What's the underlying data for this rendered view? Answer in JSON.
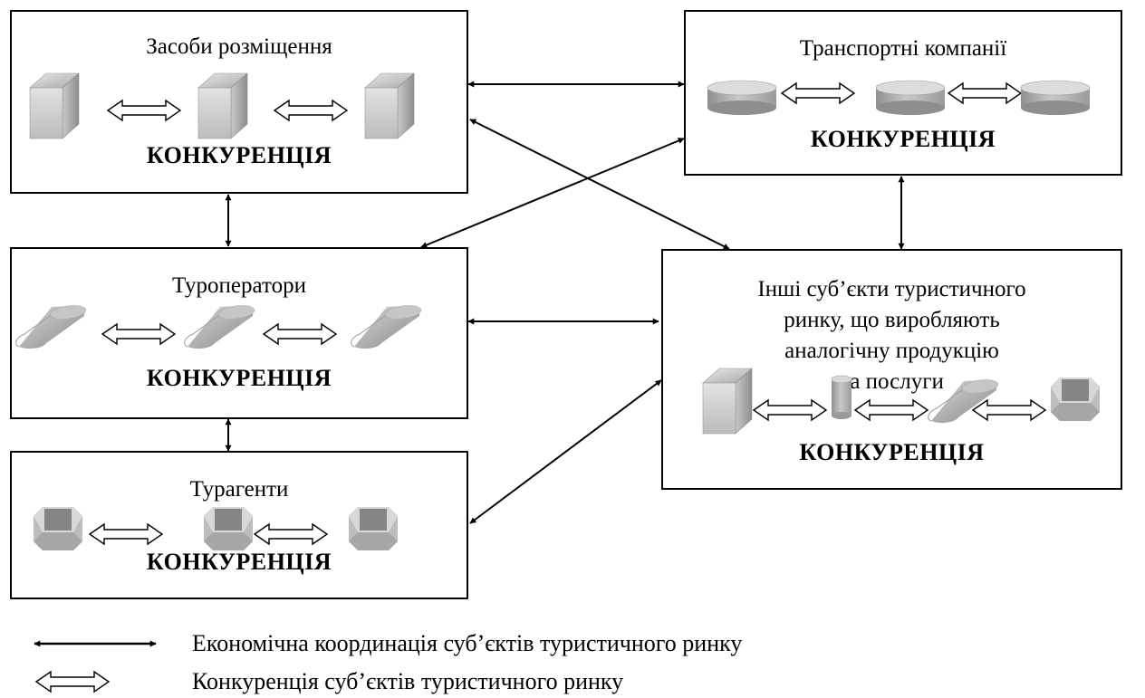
{
  "boxes": {
    "accommodation": {
      "title": "Засоби розміщення",
      "competition": "КОНКУРЕНЦІЯ"
    },
    "transport": {
      "title": "Транспортні компанії",
      "competition": "КОНКУРЕНЦІЯ"
    },
    "touroperators": {
      "title": "Туроператори",
      "competition": "КОНКУРЕНЦІЯ"
    },
    "travelagents": {
      "title": "Турагенти",
      "competition": "КОНКУРЕНЦІЯ"
    },
    "others": {
      "title_lines": [
        "Інші суб’єкти туристичного",
        "ринку, що виробляють",
        "аналогічну продукцію",
        "та послуги"
      ],
      "competition": "КОНКУРЕНЦІЯ"
    }
  },
  "legend": {
    "coordination": "Економічна координація суб’єктів туристичного ринку",
    "competition": "Конкуренція суб’єктів туристичного ринку"
  },
  "colors": {
    "stroke": "#000000",
    "shape_light": "#d2d2d2",
    "shape_mid": "#a8a8a8",
    "shape_dark": "#7c7c7c"
  }
}
